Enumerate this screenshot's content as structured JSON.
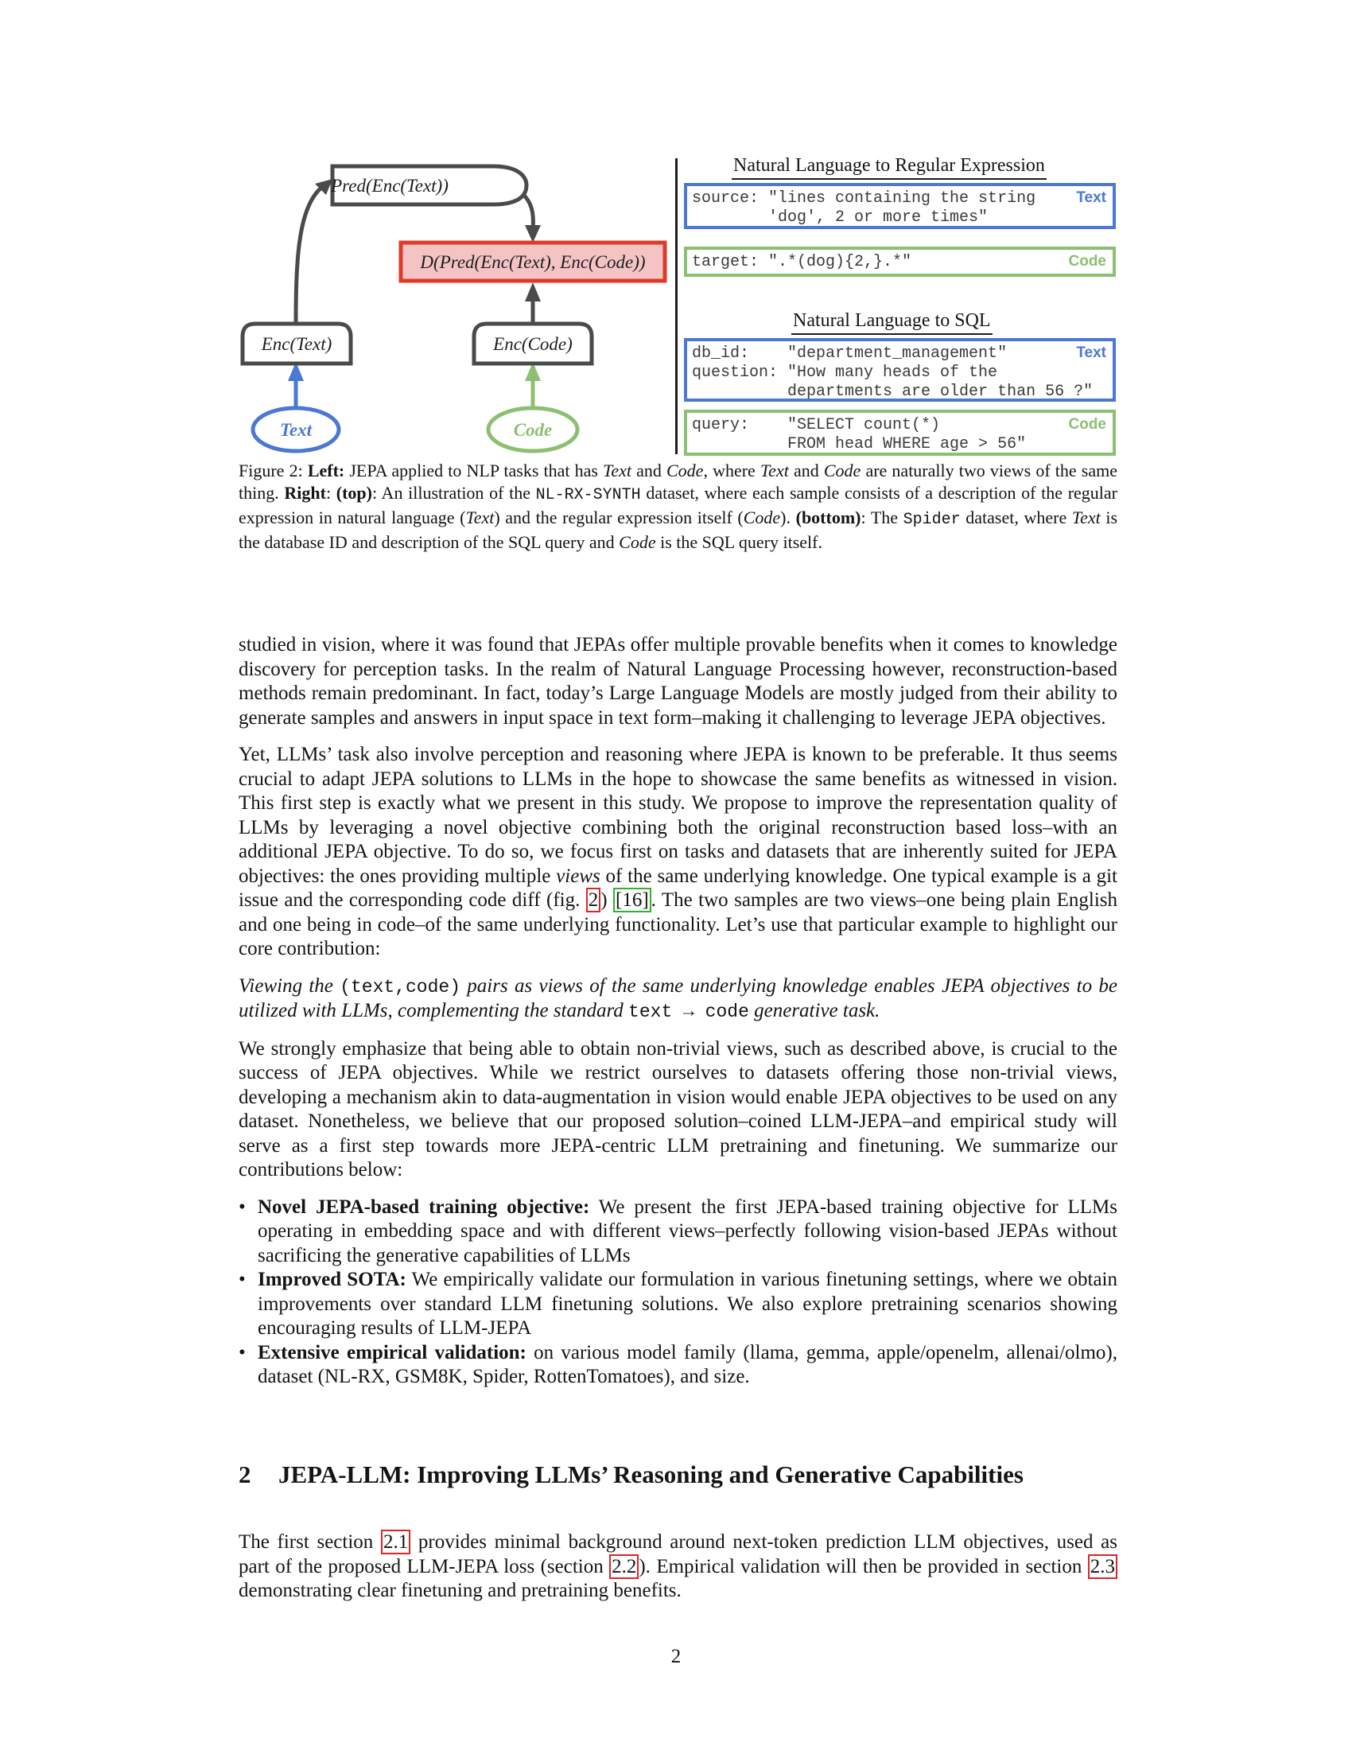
{
  "figure": {
    "left": {
      "pred_node": "Pred(Enc(Text))",
      "d_node": "D(Pred(Enc(Text), Enc(Code))",
      "enc_text_node": "Enc(Text)",
      "enc_code_node": "Enc(Code)",
      "text_node": "Text",
      "code_node": "Code",
      "colors": {
        "text": "#4a78d4",
        "code": "#8cbf72",
        "d_box_fill": "#f4c4c4",
        "d_box_border": "#e03a2a",
        "node": "#4a4a4a"
      }
    },
    "right": {
      "regex_title": "Natural Language to Regular Expression",
      "regex_source": "source: \"lines containing the string\n        'dog', 2 or more times\"",
      "regex_target": "target: \".*(dog){2,}.*\"",
      "sql_title": "Natural Language to SQL",
      "sql_text": "db_id:    \"department_management\"\nquestion: \"How many heads of the\n          departments are older than 56 ?\"",
      "sql_query": "query:    \"SELECT count(*)\n          FROM head WHERE age > 56\"",
      "text_tag": "Text",
      "code_tag": "Code"
    }
  },
  "caption": {
    "p1": "Figure 2: ",
    "p2": "Left:",
    "p3": " JEPA applied to NLP tasks that has ",
    "text_sym": "Text",
    "and": " and ",
    "code_sym": "Code",
    "p4": ", where ",
    "p5": " are naturally two views of the same thing. ",
    "right_label": "Right",
    "colon": ": ",
    "top_label": "(top)",
    "p6": ": An illustration of the ",
    "dataset1": "NL-RX-SYNTH",
    "p7": " dataset, where each sample consists of a description of the regular expression in natural language (",
    "p8": ") and the regular expression itself (",
    "p9": "). ",
    "bottom_label": "(bottom)",
    "p10": ": The ",
    "dataset2": "Spider",
    "p11": " dataset, where ",
    "p12": " is the database ID and description of the SQL query and ",
    "p13": " is the SQL query itself."
  },
  "body": {
    "para1": "studied in vision, where it was found that JEPAs offer multiple provable benefits when it comes to knowledge discovery for perception tasks. In the realm of Natural Language Processing however, reconstruction-based methods remain predominant. In fact, today’s Large Language Models are mostly judged from their ability to generate samples and answers in input space in text form–making it challenging to leverage JEPA objectives.",
    "para2a": "Yet, LLMs’ task also involve perception and reasoning where JEPA is known to be preferable. It thus seems crucial to adapt JEPA solutions to LLMs in the hope to showcase the same benefits as witnessed in vision. This first step is exactly what we present in this study. We propose to improve the representation quality of LLMs by leveraging a novel objective combining both the original reconstruction based loss–with an additional JEPA objective. To do so, we focus first on tasks and datasets that are inherently suited for JEPA objectives: the ones providing multiple ",
    "para2_views": "views",
    "para2b": " of the same underlying knowledge. One typical example is a git issue and the corresponding code diff (fig. ",
    "para2_ref": "2",
    "para2c": ") ",
    "para2_cite": "[16]",
    "para2d": ". The two samples are two views–one being plain English and one being in code–of the same underlying functionality. Let’s use that particular example to highlight our core contribution:",
    "contrib_a": "Viewing the ",
    "contrib_pair": "(text,code)",
    "contrib_b": " pairs as views of the same underlying knowledge enables JEPA objectives to be utilized with LLMs, complementing the standard ",
    "contrib_task": "text → code",
    "contrib_c": " generative task.",
    "para3": "We strongly emphasize that being able to obtain non-trivial views, such as described above, is crucial to the success of JEPA objectives. While we restrict ourselves to datasets offering those non-trivial views, developing a mechanism akin to data-augmentation in vision would enable JEPA objectives to be used on any dataset. Nonetheless, we believe that our proposed solution–coined LLM-JEPA–and empirical study will serve as a first step towards more JEPA-centric LLM pretraining and finetuning. We summarize our contributions below:",
    "bullets": [
      {
        "bold": "Novel JEPA-based training objective:",
        "text": " We present the first JEPA-based training objective for LLMs operating in embedding space and with different views–perfectly following vision-based JEPAs without sacrificing the generative capabilities of LLMs"
      },
      {
        "bold": "Improved SOTA:",
        "text": " We empirically validate our formulation in various finetuning settings, where we obtain improvements over standard LLM finetuning solutions. We also explore pretraining scenarios showing encouraging results of LLM-JEPA"
      },
      {
        "bold": "Extensive empirical validation:",
        "text": " on various model family (llama, gemma, apple/openelm, allenai/olmo), dataset (NL-RX, GSM8K, Spider, RottenTomatoes), and size."
      }
    ],
    "bullet_symbol": "•"
  },
  "section": {
    "number": "2",
    "title": "JEPA-LLM: Improving LLMs’ Reasoning and Generative Capabilities",
    "intro_a": "The first section ",
    "ref_21": "2.1",
    "intro_b": " provides minimal background around next-token prediction LLM objectives, used as part of the proposed LLM-JEPA loss (section ",
    "ref_22": "2.2",
    "intro_c": "). Empirical validation will then be provided in section ",
    "ref_23": "2.3",
    "intro_d": " demonstrating clear finetuning and pretraining benefits."
  },
  "page_number": "2"
}
